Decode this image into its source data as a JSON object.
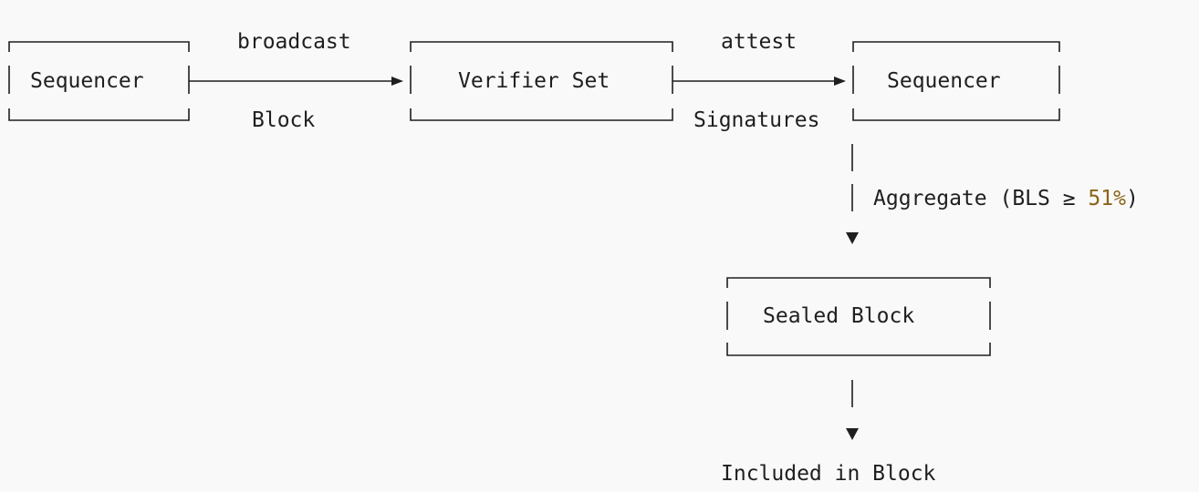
{
  "nodes": {
    "sequencer_left": "Sequencer",
    "verifier_set": "Verifier Set",
    "sequencer_right": "Sequencer",
    "sealed_block": "Sealed Block",
    "included": "Included in Block"
  },
  "edges": {
    "broadcast_label": "broadcast",
    "block_label": "Block",
    "attest_label": "attest",
    "signatures_label": "Signatures",
    "aggregate_prefix": "Aggregate (BLS ≥ ",
    "aggregate_threshold": "51%",
    "aggregate_suffix": ")"
  },
  "colors": {
    "text": "#1f1f1f",
    "threshold_accent": "#8a6418",
    "background": "#f9f9f9"
  }
}
